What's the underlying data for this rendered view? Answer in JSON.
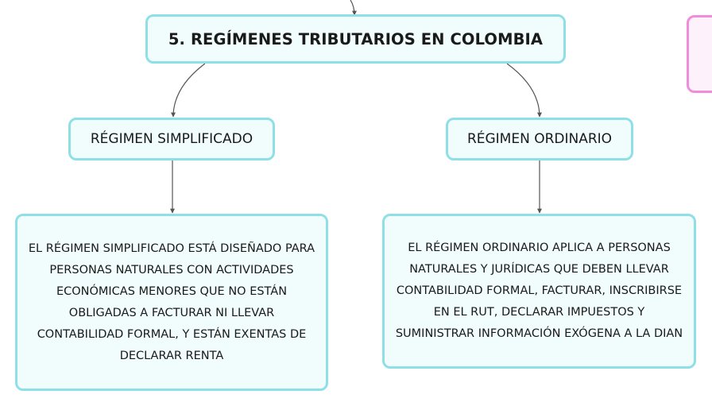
{
  "diagram": {
    "main_topic": "5. REGÍMENES TRIBUTARIOS EN COLOMBIA",
    "branches": [
      {
        "label": "RÉGIMEN SIMPLIFICADO",
        "description": "EL RÉGIMEN SIMPLIFICADO ESTÁ DISEÑADO PARA PERSONAS NATURALES CON ACTIVIDADES ECONÓMICAS MENORES QUE NO ESTÁN OBLIGADAS A FACTURAR NI LLEVAR CONTABILIDAD FORMAL, Y ESTÁN EXENTAS DE DECLARAR RENTA"
      },
      {
        "label": "RÉGIMEN ORDINARIO",
        "description": "EL RÉGIMEN ORDINARIO APLICA A PERSONAS NATURALES Y JURÍDICAS QUE DEBEN LLEVAR CONTABILIDAD FORMAL, FACTURAR, INSCRIBIRSE EN EL RUT, DECLARAR IMPUESTOS Y SUMINISTRAR INFORMACIÓN EXÓGENA A LA DIAN"
      }
    ]
  },
  "colors": {
    "node_border": "#8fe0e6",
    "node_fill": "#f1fcfd",
    "connector": "#555555",
    "offscreen_node_border": "#f08ddb",
    "offscreen_node_fill": "#fdf2fb"
  }
}
